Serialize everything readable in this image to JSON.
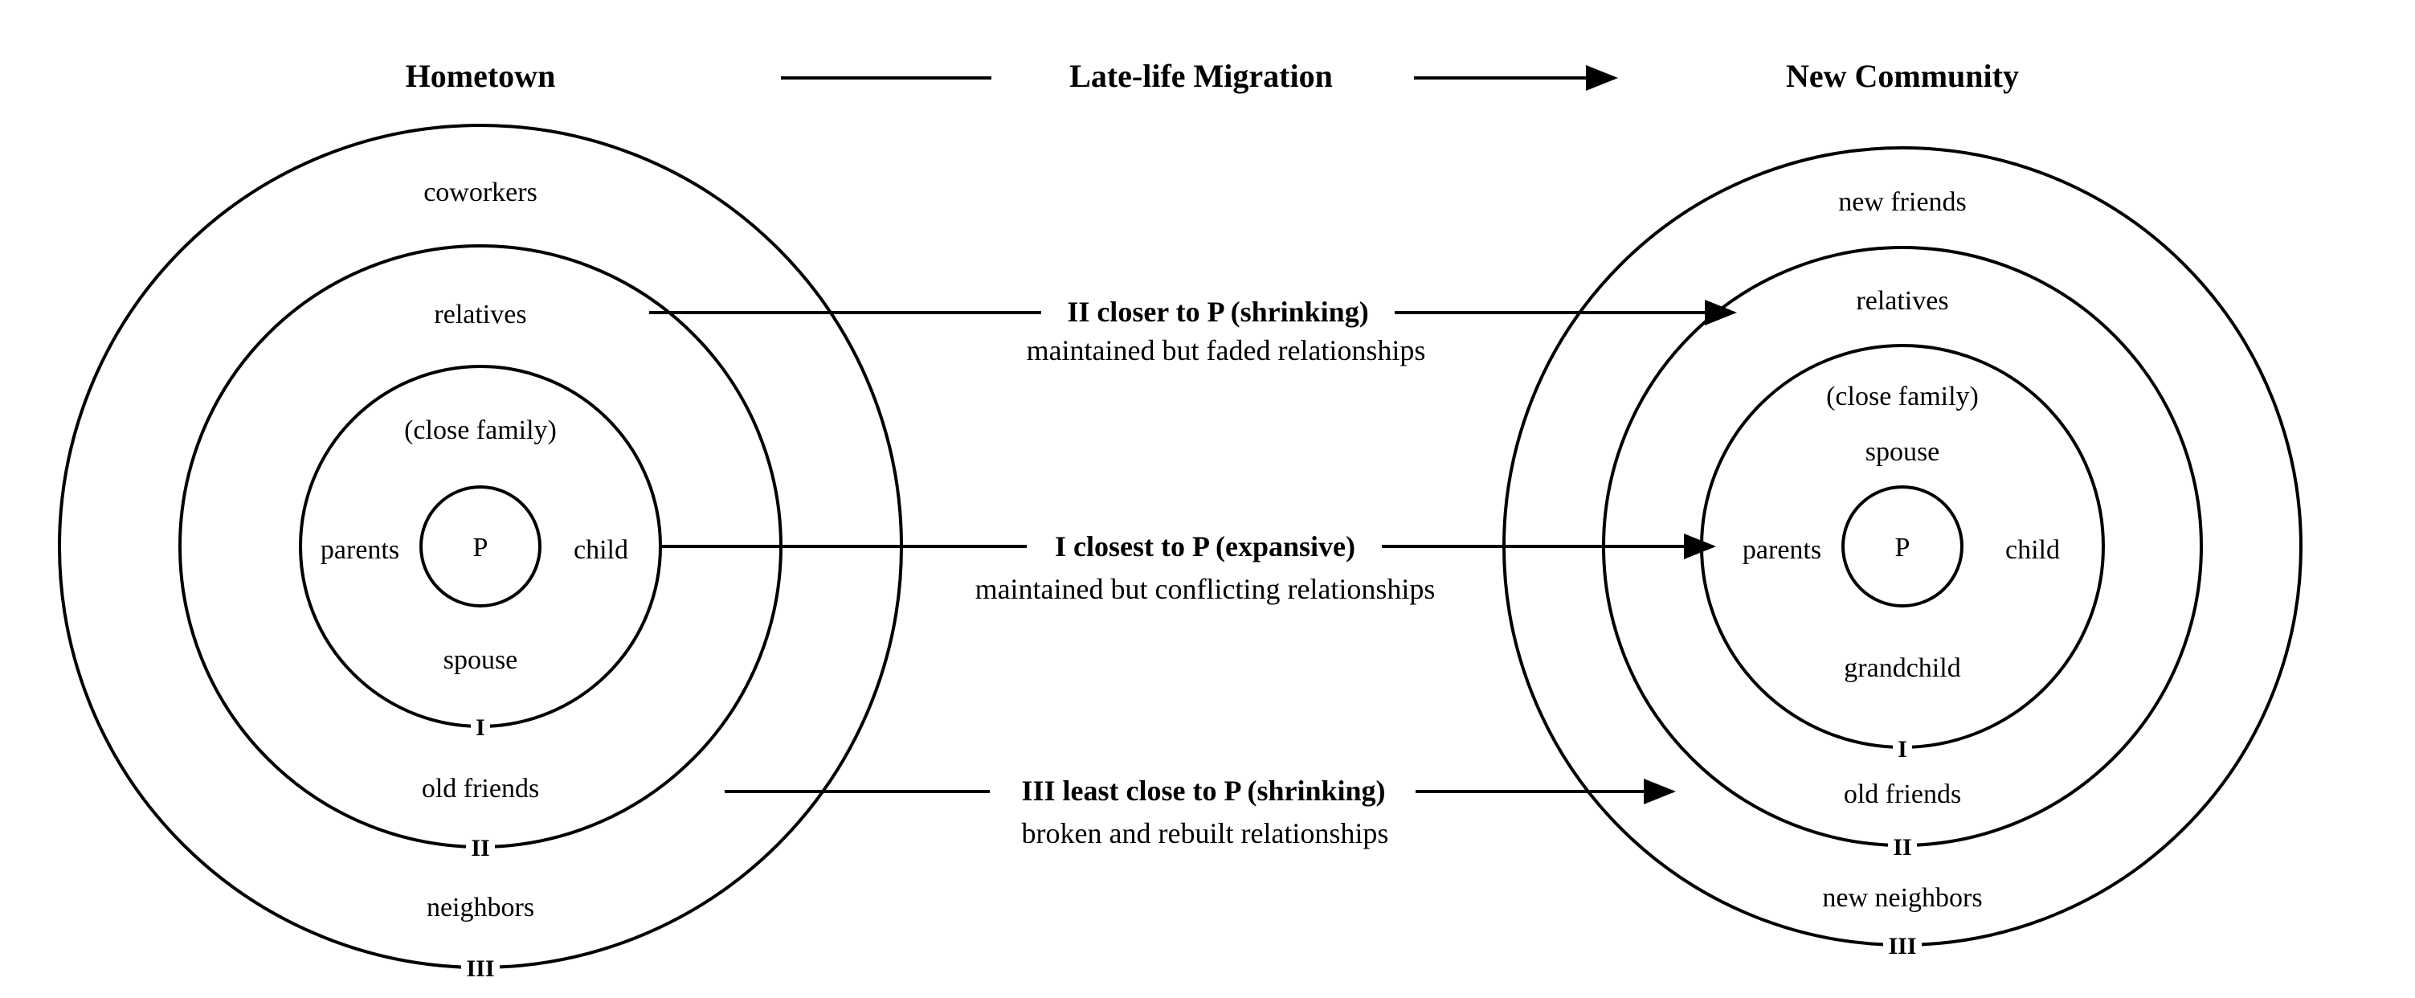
{
  "header": {
    "left": "Hometown",
    "middle": "Late-life Migration",
    "right": "New Community"
  },
  "hometown": {
    "center": "P",
    "ring_outer": "coworkers",
    "ring_middle": "relatives",
    "ring_inner_title": "(close family)",
    "left": "parents",
    "right": "child",
    "bottom": "spouse",
    "between_I_II": "old friends",
    "between_II_III": "neighbors",
    "marker_I": "I",
    "marker_II": "II",
    "marker_III": "III"
  },
  "new_community": {
    "center": "P",
    "ring_outer": "new friends",
    "ring_middle": "relatives",
    "ring_inner_title": "(close family)",
    "top": "spouse",
    "left": "parents",
    "right": "child",
    "bottom": "grandchild",
    "between_I_II": "old friends",
    "between_II_III": "new neighbors",
    "marker_I": "I",
    "marker_II": "II",
    "marker_III": "III"
  },
  "arrows": {
    "ii": {
      "title": "II closer to P (shrinking)",
      "subtitle": "maintained but faded relationships"
    },
    "i": {
      "title": "I closest to P (expansive)",
      "subtitle": "maintained but conflicting relationships"
    },
    "iii": {
      "title": "III least close to P (shrinking)",
      "subtitle": "broken and rebuilt relationships"
    }
  }
}
